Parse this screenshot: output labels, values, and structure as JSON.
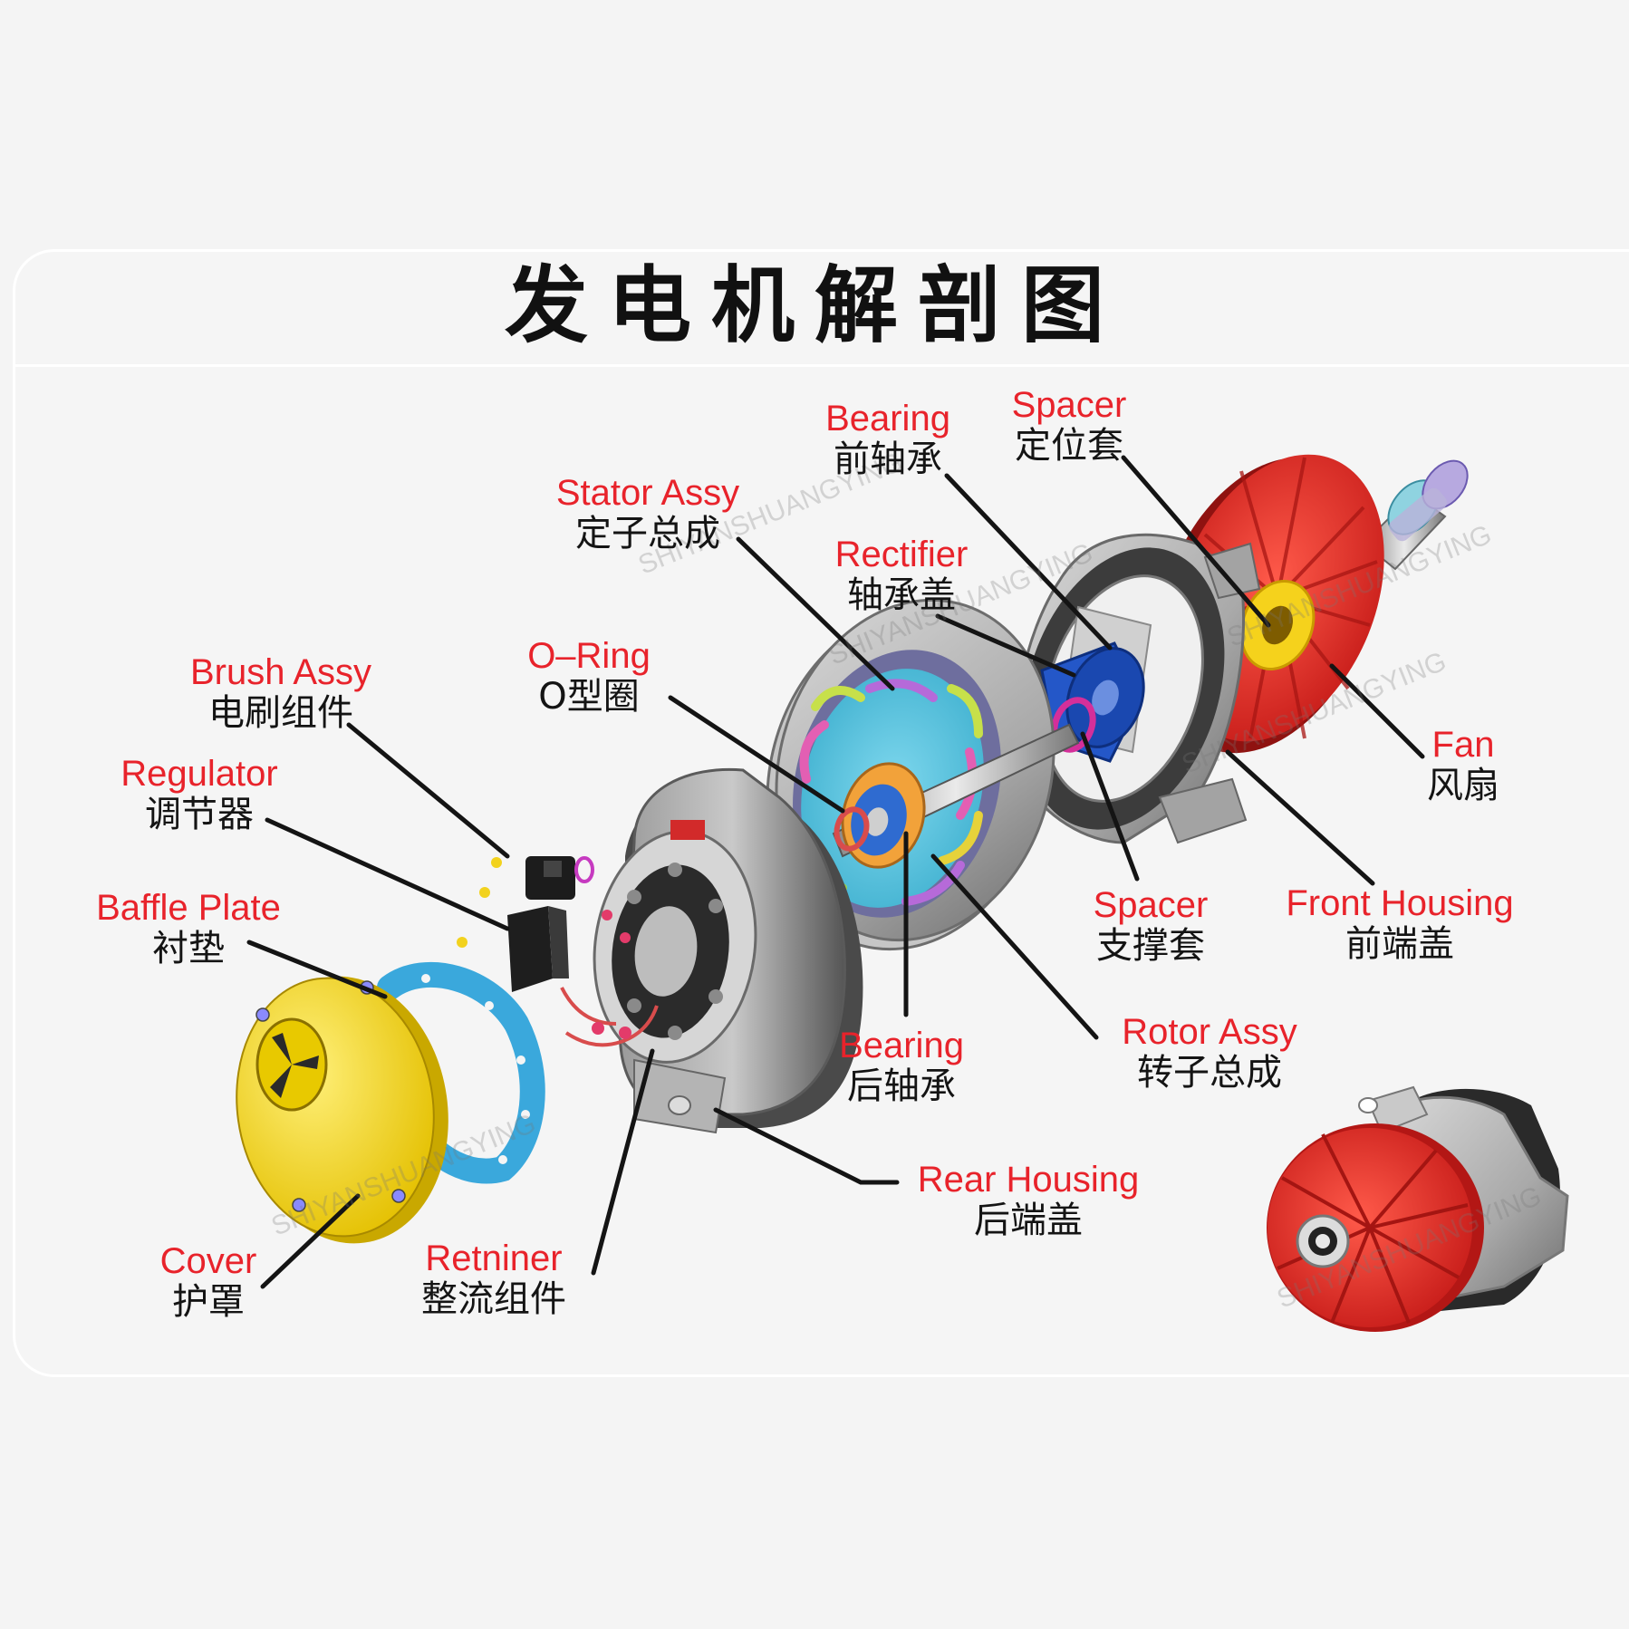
{
  "title": "发电机解剖图",
  "watermark": "SHIYANSHUANGYING",
  "colors": {
    "label_en": "#e8232b",
    "label_zh": "#141414",
    "fan": "#e42d2a",
    "cover": "#f4d81e",
    "baffle": "#3aa8dc",
    "rotor": "#57c6e0",
    "rectifier": "#2457c8",
    "housing": "#b8b8b8"
  },
  "labels": {
    "bearing_front": {
      "en": "Bearing",
      "zh": "前轴承"
    },
    "spacer_front": {
      "en": "Spacer",
      "zh": "定位套"
    },
    "stator_assy": {
      "en": "Stator Assy",
      "zh": "定子总成"
    },
    "rectifier": {
      "en": "Rectifier",
      "zh": "轴承盖"
    },
    "o_ring": {
      "en": "O–Ring",
      "zh": "O型圈"
    },
    "brush_assy": {
      "en": "Brush Assy",
      "zh": "电刷组件"
    },
    "regulator": {
      "en": "Regulator",
      "zh": "调节器"
    },
    "fan": {
      "en": "Fan",
      "zh": "风扇"
    },
    "baffle_plate": {
      "en": "Baffle Plate",
      "zh": "衬垫"
    },
    "spacer_support": {
      "en": "Spacer",
      "zh": "支撑套"
    },
    "front_housing": {
      "en": "Front  Housing",
      "zh": "前端盖"
    },
    "bearing_rear": {
      "en": "Bearing",
      "zh": "后轴承"
    },
    "rotor_assy": {
      "en": "Rotor Assy",
      "zh": "转子总成"
    },
    "rear_housing": {
      "en": "Rear Housing",
      "zh": "后端盖"
    },
    "cover": {
      "en": "Cover",
      "zh": "护罩"
    },
    "retniner": {
      "en": "Retniner",
      "zh": "整流组件"
    }
  }
}
